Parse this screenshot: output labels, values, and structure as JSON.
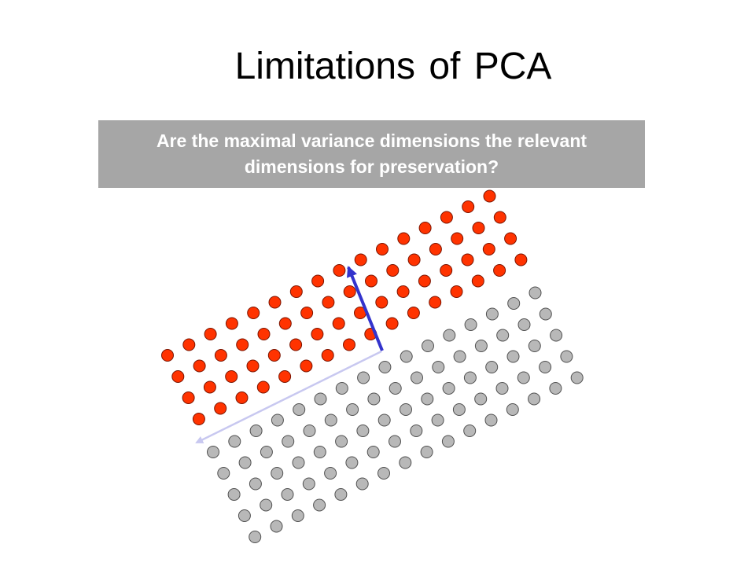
{
  "slide": {
    "title": "Limitations of PCA",
    "question": "Are the maximal variance dimensions the relevant dimensions for preservation?"
  },
  "diagram": {
    "classes": [
      {
        "name": "red-class",
        "fill": "#ff3300",
        "stroke": "#7a1400",
        "rows": 4,
        "cols": 16
      },
      {
        "name": "gray-class",
        "fill": "#b8b8b8",
        "stroke": "#505050",
        "rows": 5,
        "cols": 16
      }
    ],
    "arrows": [
      {
        "name": "max-variance-direction",
        "color": "#c8c8f0"
      },
      {
        "name": "discriminative-direction",
        "color": "#3333cc"
      }
    ]
  }
}
